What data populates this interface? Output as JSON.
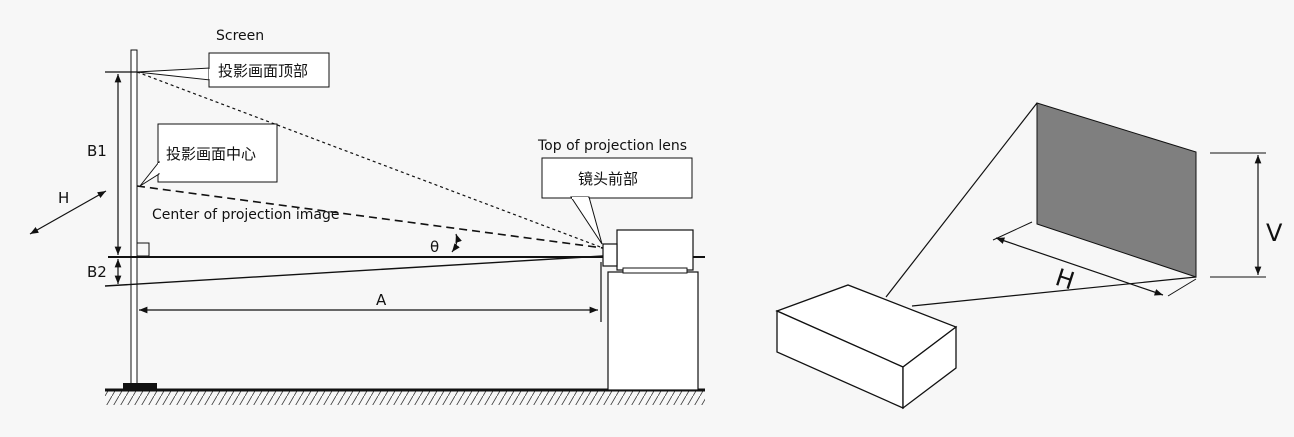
{
  "side_view": {
    "screen_label": "Screen",
    "screen_top_callout": "投影画面顶部",
    "screen_center_callout": "投影画面中心",
    "center_caption": "Center of projection image",
    "lens_top_caption": "Top of projection lens",
    "lens_top_callout": "镜头前部",
    "dim_b1": "B1",
    "dim_b2": "B2",
    "dim_h": "H",
    "dim_a": "A",
    "angle_theta": "θ"
  },
  "perspective_view": {
    "dim_v": "V",
    "dim_h": "H"
  },
  "colors": {
    "background": "#f7f7f7",
    "ink": "#111111",
    "screen_fill": "#7f7f7f",
    "callout_fill": "#ffffff"
  }
}
